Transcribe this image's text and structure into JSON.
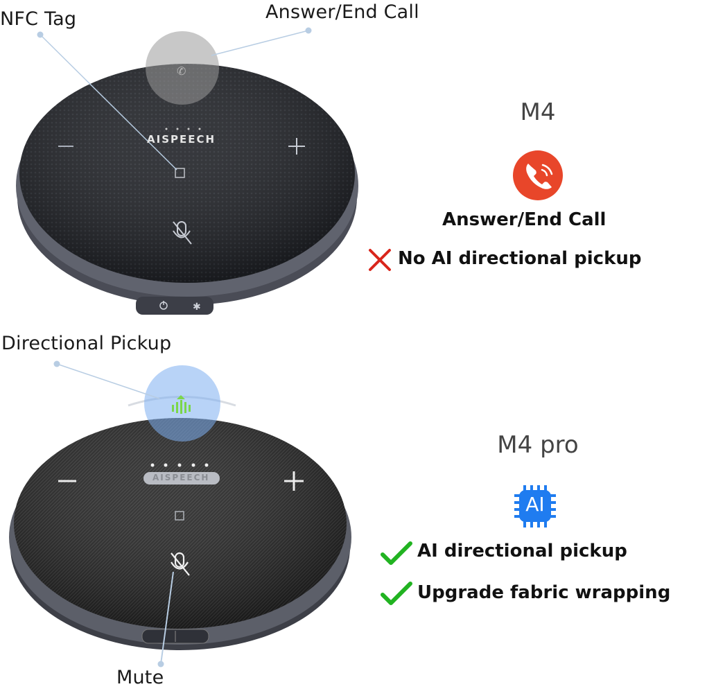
{
  "callouts": {
    "nfc_tag": "NFC Tag",
    "answer_end_call": "Answer/End Call",
    "directional_pickup": "Directional Pickup",
    "mute": "Mute"
  },
  "device_top": {
    "brand": "AISPEECH",
    "minus": "−",
    "plus": "+"
  },
  "device_bottom": {
    "brand": "AISPEECH",
    "minus": "−",
    "plus": "+"
  },
  "m4": {
    "model_name": "M4",
    "feature_label": "Answer/End Call",
    "negative_feature": "No AI directional pickup",
    "icon": "phone-icon",
    "icon_color": "#e8462a",
    "cross_color": "#d9261c"
  },
  "m4pro": {
    "model_name": "M4 pro",
    "ai_badge": "AI",
    "features": [
      "AI directional pickup",
      "Upgrade fabric wrapping"
    ],
    "icon": "ai-chip-icon",
    "icon_color": "#1f7cf0",
    "check_color": "#21b321"
  }
}
